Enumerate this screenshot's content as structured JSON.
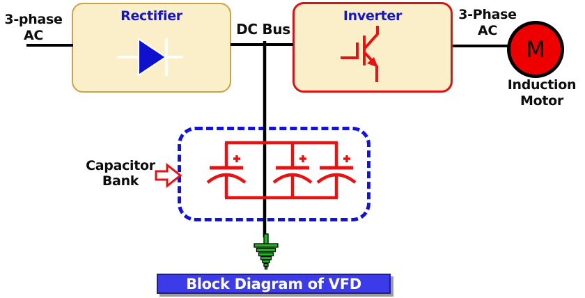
{
  "diagram": {
    "input_label": {
      "line1": "3-phase",
      "line2": "AC"
    },
    "rectifier": {
      "title": "Rectifier"
    },
    "dc_bus_label": "DC Bus",
    "inverter": {
      "title": "Inverter"
    },
    "output_label": {
      "line1": "3-Phase",
      "line2": "AC"
    },
    "motor": {
      "letter": "M",
      "label_line1": "Induction",
      "label_line2": "Motor"
    },
    "capacitor_bank": {
      "label_line1": "Capacitor",
      "label_line2": "Bank",
      "capacitor_count": 3
    },
    "title_banner": "Block Diagram of VFD"
  },
  "icons": {
    "diode_icon": "blue right triangle with cathode bar",
    "igbt_icon": "red transistor symbol with emitter arrow",
    "ground_icon": "green tapered earth-ground bars",
    "capacitor_icon": "red plate + arc with polarity plus",
    "block_arrow_icon": "red outlined right arrow",
    "switch_slash_icon": "white diagonal slash",
    "motor_icon": "M in red circle"
  },
  "colors": {
    "block_fill": "#FAEFC9",
    "rectifier_border": "#C9A24A",
    "inverter_border": "#DD1111",
    "title_blue": "#1414CC",
    "text_black": "#0D0D0D",
    "wire_black": "#000000",
    "circuit_red": "#E81212",
    "cap_dash_blue": "#1212DD",
    "motor_fill": "#EE0000",
    "diode_blue": "#1010CF",
    "ground_green": "#1DB81D",
    "banner_bg": "#3B3BE9",
    "banner_text": "#FFFFFF",
    "symbol_white": "#FFFFFF"
  }
}
